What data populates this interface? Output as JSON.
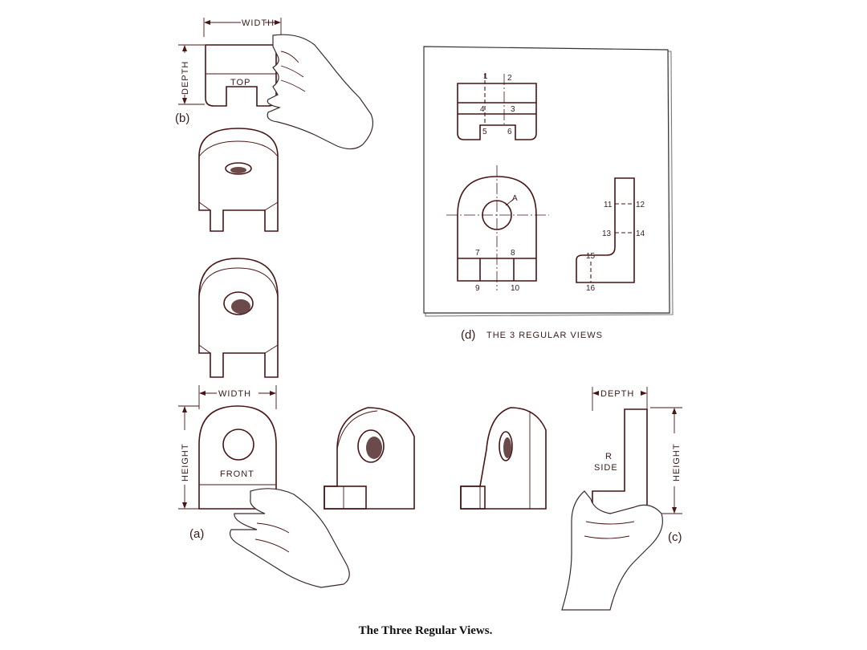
{
  "panel_labels": {
    "a": "(a)",
    "b": "(b)",
    "c": "(c)",
    "d": "(d)"
  },
  "dims": {
    "width_top": "WIDTH",
    "depth_top": "DEPTH",
    "width_front": "WIDTH",
    "height_front": "HEIGHT",
    "depth_side": "DEPTH",
    "height_side": "HEIGHT"
  },
  "face_labels": {
    "top": "TOP",
    "front": "FRONT",
    "r_side_1": "R",
    "r_side_2": "SIDE"
  },
  "sheet": {
    "caption": "THE 3 REGULAR VIEWS",
    "point_a": "A",
    "numbers": [
      "1",
      "2",
      "3",
      "4",
      "5",
      "6",
      "7",
      "8",
      "9",
      "10",
      "11",
      "12",
      "13",
      "14",
      "15",
      "16"
    ]
  },
  "figure_caption": "The Three Regular Views."
}
